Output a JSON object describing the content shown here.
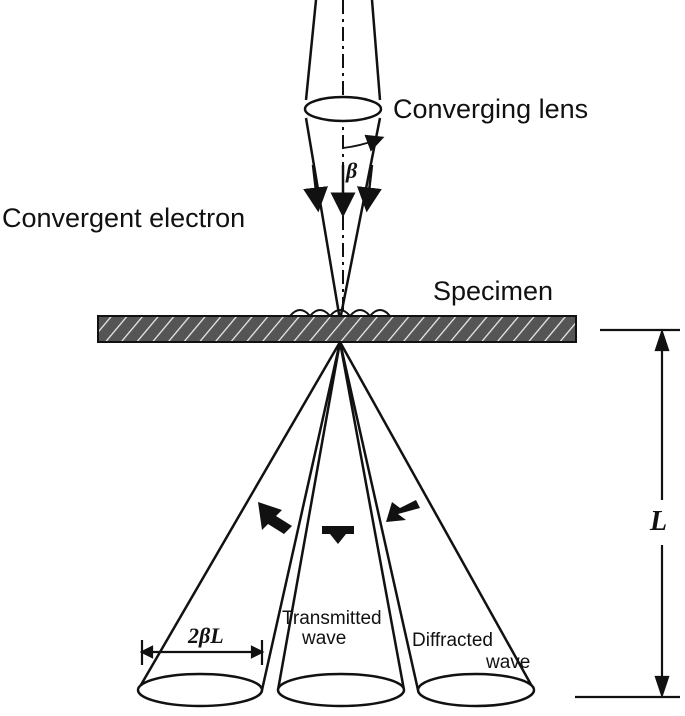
{
  "labels": {
    "converging_lens": "Converging lens",
    "convergent_electron": "Convergent electron",
    "specimen": "Specimen",
    "beta": "β",
    "length": "L",
    "cone_width": "2βL",
    "transmitted_line1": "Transmitted",
    "transmitted_line2": "wave",
    "diffracted_line1": "Diffracted",
    "diffracted_line2": "wave"
  }
}
